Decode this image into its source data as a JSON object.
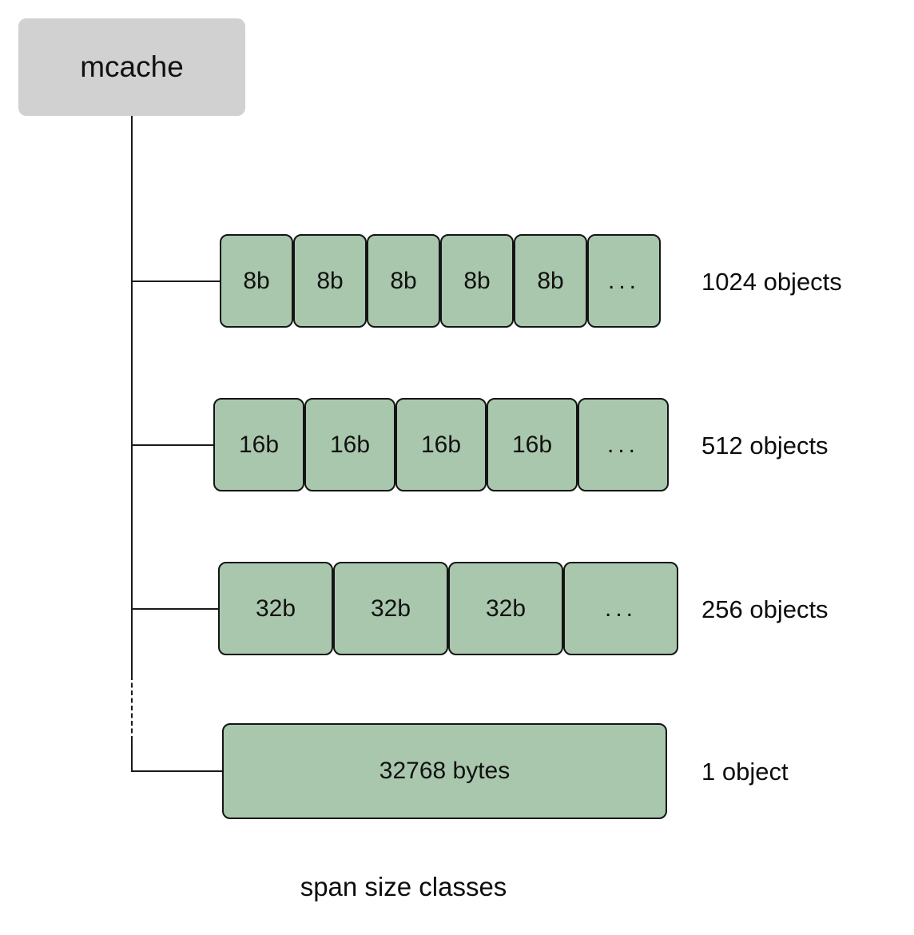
{
  "diagram": {
    "root": {
      "label": "mcache"
    },
    "rows": [
      {
        "cells": [
          "8b",
          "8b",
          "8b",
          "8b",
          "8b",
          "..."
        ],
        "label": "1024 objects"
      },
      {
        "cells": [
          "16b",
          "16b",
          "16b",
          "16b",
          "..."
        ],
        "label": "512 objects"
      },
      {
        "cells": [
          "32b",
          "32b",
          "32b",
          "..."
        ],
        "label": "256 objects"
      },
      {
        "cells": [
          "32768 bytes"
        ],
        "label": "1 object"
      }
    ],
    "caption": "span size classes",
    "colors": {
      "root_fill": "#d1d1d1",
      "span_fill": "#a9c7ac",
      "span_border": "#141414",
      "line": "#1a1a1a",
      "text": "#111111",
      "background": "#ffffff"
    }
  }
}
